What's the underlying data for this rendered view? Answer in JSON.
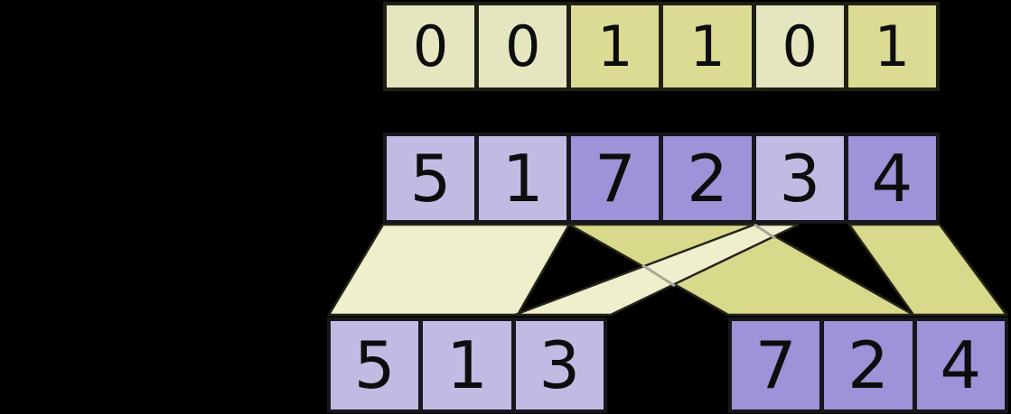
{
  "diagram": {
    "mask_row": {
      "cells": [
        {
          "value": "0"
        },
        {
          "value": "0"
        },
        {
          "value": "1"
        },
        {
          "value": "1"
        },
        {
          "value": "0"
        },
        {
          "value": "1"
        }
      ]
    },
    "input_row": {
      "cells": [
        {
          "value": "5",
          "mask": "0"
        },
        {
          "value": "1",
          "mask": "0"
        },
        {
          "value": "7",
          "mask": "1"
        },
        {
          "value": "2",
          "mask": "1"
        },
        {
          "value": "3",
          "mask": "0"
        },
        {
          "value": "4",
          "mask": "1"
        }
      ]
    },
    "output_left": {
      "cells": [
        {
          "value": "5"
        },
        {
          "value": "1"
        },
        {
          "value": "3"
        }
      ]
    },
    "output_right": {
      "cells": [
        {
          "value": "7"
        },
        {
          "value": "2"
        },
        {
          "value": "4"
        }
      ]
    }
  },
  "colors": {
    "bg": "#000000",
    "mask0": "#e5e5c0",
    "mask1": "#dbdb94",
    "light-purple": "#c3bae4",
    "dark-purple": "#9c93d8",
    "cream": "#efefce",
    "olive": "#d9d98c",
    "border-yellow": "#1f1f14",
    "border-purple": "#17171d",
    "ribbon-stroke": "#24241a",
    "grey-line": "#a8a898",
    "digit": "#0d0d0d"
  }
}
